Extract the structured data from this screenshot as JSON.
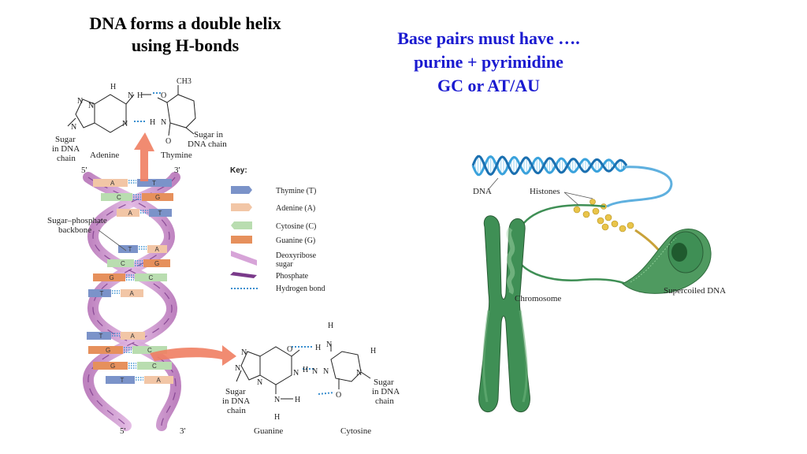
{
  "slide": {
    "title_left_1": "DNA forms a double helix",
    "title_left_2": "using H-bonds",
    "title_right_1": "Base pairs must have ….",
    "title_right_2": "purine + pyrimidine",
    "title_right_3": "GC or AT/AU"
  },
  "helix": {
    "end_5_top": "5'",
    "end_3_top": "3'",
    "end_5_bottom": "5'",
    "end_3_bottom": "3'",
    "backbone_label_1": "Sugar–phosphate",
    "backbone_label_2": "backbone",
    "base_pairs": [
      {
        "left": "A",
        "right": "T"
      },
      {
        "left": "C",
        "right": "G"
      },
      {
        "left": "A",
        "right": "T"
      },
      {
        "left": "T",
        "right": "A"
      },
      {
        "left": "C",
        "right": "G"
      },
      {
        "left": "G",
        "right": "C"
      },
      {
        "left": "T",
        "right": "A"
      },
      {
        "left": "T",
        "right": "A"
      },
      {
        "left": "G",
        "right": "C"
      },
      {
        "left": "G",
        "right": "C"
      },
      {
        "left": "T",
        "right": "A"
      }
    ]
  },
  "key": {
    "heading": "Key:",
    "items": [
      "Thymine (T)",
      "Adenine (A)",
      "Cytosine (C)",
      "Guanine (G)",
      "Deoxyribose",
      "sugar",
      "Phosphate",
      "Hydrogen bond"
    ]
  },
  "at_pair": {
    "adenine": "Adenine",
    "thymine": "Thymine",
    "sugar_left_1": "Sugar",
    "sugar_left_2": "in DNA",
    "sugar_left_3": "chain",
    "sugar_right_1": "Sugar in",
    "sugar_right_2": "DNA chain",
    "ch3": "CH3"
  },
  "gc_pair": {
    "guanine": "Guanine",
    "cytosine": "Cytosine",
    "sugar_left_1": "Sugar",
    "sugar_left_2": "in DNA",
    "sugar_left_3": "chain",
    "sugar_right_1": "Sugar",
    "sugar_right_2": "in DNA",
    "sugar_right_3": "chain"
  },
  "chromosome_fig": {
    "dna": "DNA",
    "histones": "Histones",
    "chromosome": "Chromosome",
    "supercoiled": "Supercoiled DNA"
  },
  "colors": {
    "thymine": "#7b93c9",
    "adenine": "#f2c6a6",
    "cytosine": "#b9ddb0",
    "guanine": "#e6905c",
    "sugar": "#d7a4d8",
    "phosphate": "#7a3a8a",
    "hbond": "#3a8fcf",
    "arrow": "#f07e62",
    "title_right": "#1a1ad0",
    "chromo": "#3f8f55"
  }
}
